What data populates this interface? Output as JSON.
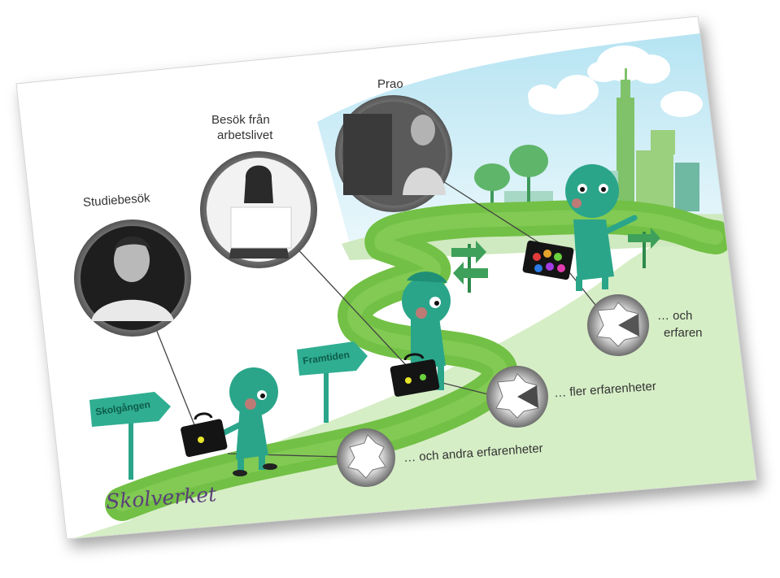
{
  "labels": {
    "prao": "Prao",
    "besok": "Besök från arbetslivet",
    "besok_line1": "Besök från",
    "besok_line2": "arbetslivet",
    "studiebesok": "Studiebesök",
    "och_erfaren": "… och erfaren",
    "och_erfaren_line1": "… och",
    "och_erfaren_line2": "erfaren",
    "fler": "… fler erfarenheter",
    "andra": "… och andra erfarenheter"
  },
  "signs": {
    "skolgangen": "Skolgången",
    "framtiden": "Framtiden"
  },
  "brand": "Skolverket",
  "colors": {
    "path_green": "#6fbf3a",
    "light_green": "#bfe3a8",
    "sky": "#bfe6f2",
    "teal": "#2aa58a",
    "dark_teal": "#136b5a",
    "brand_purple": "#5a3f7a"
  }
}
